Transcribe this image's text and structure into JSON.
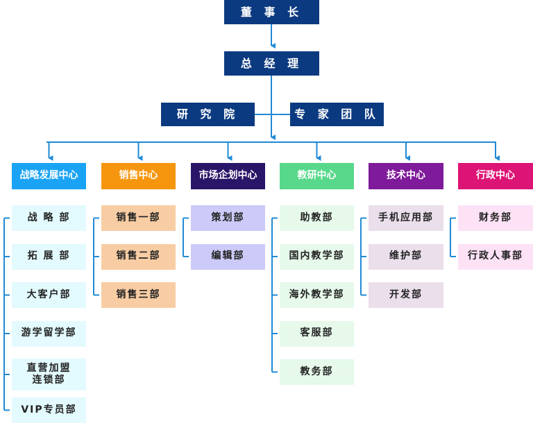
{
  "top": {
    "chairman": "董 事 长",
    "general_manager": "总 经 理"
  },
  "advisors": {
    "research_institute": "研 究 院",
    "expert_team": "专 家 团 队"
  },
  "colors": {
    "line": "#1f8ad6",
    "top": "#0c3a80"
  },
  "centers": [
    {
      "label": "战略发展中心",
      "color": "#1aa3f4",
      "sub_color": "#e3fafe",
      "departments": [
        "战 略 部",
        "拓 展 部",
        "大客户部",
        "游学留学部",
        "直营加盟\n连锁部",
        "VIP专员部"
      ]
    },
    {
      "label": "销售中心",
      "color": "#f6960f",
      "sub_color": "#f8cda4",
      "departments": [
        "销售一部",
        "销售二部",
        "销售三部"
      ]
    },
    {
      "label": "市场企划中心",
      "color": "#2a1668",
      "sub_color": "#cbcaf8",
      "departments": [
        "策划部",
        "编辑部"
      ]
    },
    {
      "label": "教研中心",
      "color": "#58d88a",
      "sub_color": "#e6f9ea",
      "departments": [
        "助教部",
        "国内教学部",
        "海外教学部",
        "客服部",
        "教务部"
      ]
    },
    {
      "label": "技术中心",
      "color": "#7f1a9a",
      "sub_color": "#eadfeb",
      "departments": [
        "手机应用部",
        "维护部",
        "开发部"
      ]
    },
    {
      "label": "行政中心",
      "color": "#dc1476",
      "sub_color": "#fde2f6",
      "departments": [
        "财务部",
        "行政人事部"
      ]
    }
  ]
}
